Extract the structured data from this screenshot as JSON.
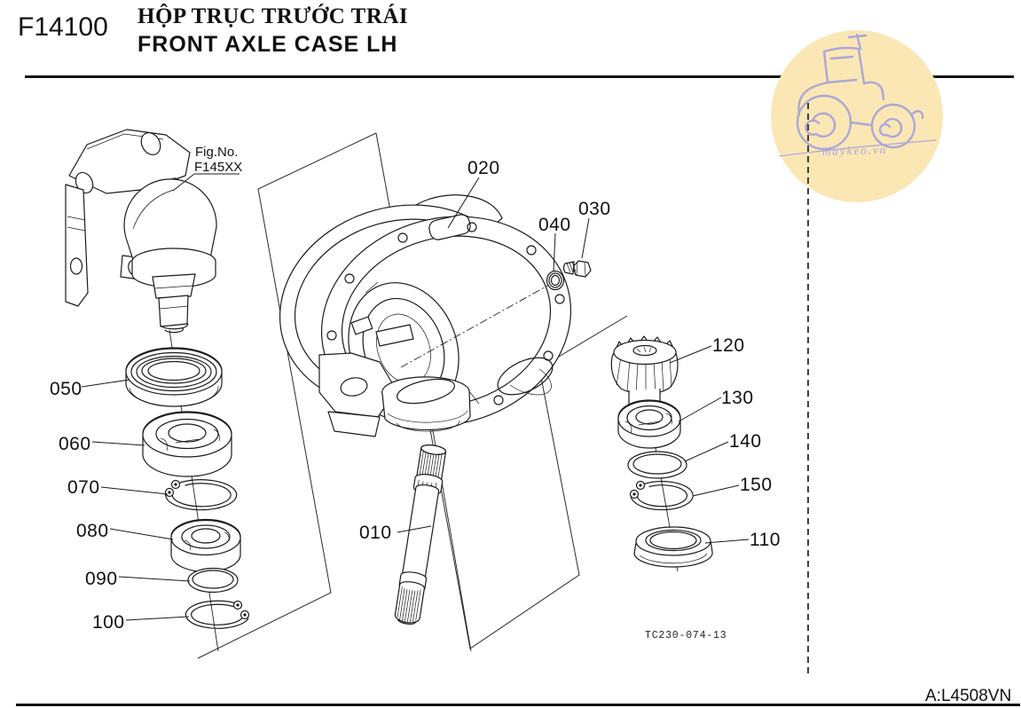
{
  "header": {
    "figure_code": "F14100",
    "title_vi": "HỘP TRỤC TRƯỚC TRÁI",
    "title_en": "FRONT AXLE CASE LH"
  },
  "watermark": {
    "text": "maykeo.vn",
    "badge_color": "#FBE7B4",
    "ink_color": "#ABA7D9"
  },
  "diagram": {
    "fig_ref": {
      "label": "Fig.No.",
      "value": "F145XX"
    },
    "drawing_code": "TC230-074-13",
    "callouts": [
      {
        "label": "010"
      },
      {
        "label": "020"
      },
      {
        "label": "030"
      },
      {
        "label": "040"
      },
      {
        "label": "050"
      },
      {
        "label": "060"
      },
      {
        "label": "070"
      },
      {
        "label": "080"
      },
      {
        "label": "090"
      },
      {
        "label": "100"
      },
      {
        "label": "110"
      },
      {
        "label": "120"
      },
      {
        "label": "130"
      },
      {
        "label": "140"
      },
      {
        "label": "150"
      }
    ]
  },
  "footer": {
    "revision_code": "A:L4508VN"
  }
}
